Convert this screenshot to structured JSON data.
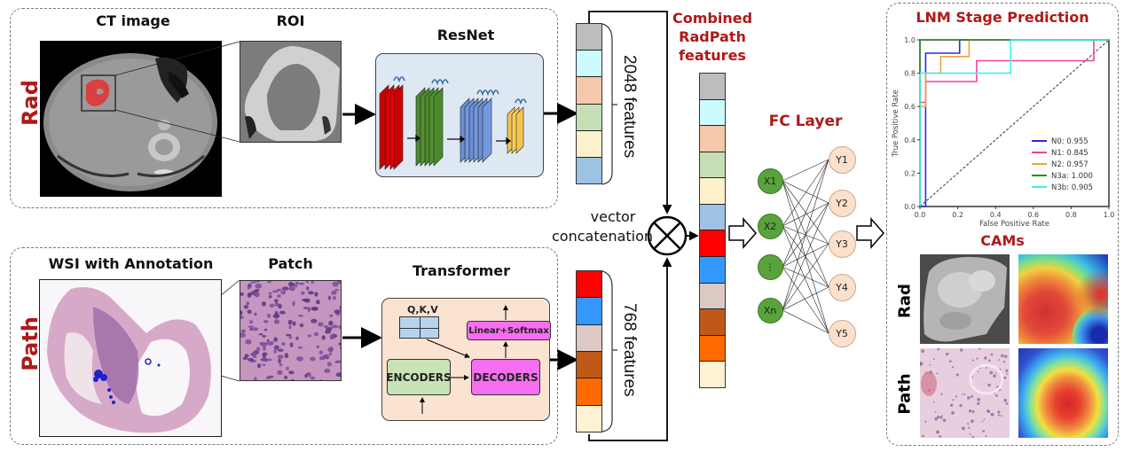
{
  "rad_section": {
    "side_label": "Rad",
    "ct_title": "CT image",
    "roi_title": "ROI",
    "resnet_title": "ResNet",
    "feature_count_label": "2048 features",
    "feature_colors": [
      "#bdbdbd",
      "#ccfbff",
      "#f6c8aa",
      "#c6deb6",
      "#fff0cc",
      "#9ec2e4"
    ]
  },
  "path_section": {
    "side_label": "Path",
    "wsi_title": "WSI with Annotation",
    "patch_title": "Patch",
    "transformer_title": "Transformer",
    "qkv_label": "Q,K,V",
    "linear_softmax_label": "Linear+Softmax",
    "encoders_label": "ENCODERS",
    "decoders_label": "DECODERS",
    "feature_count_label": "768 features",
    "feature_colors": [
      "#ff0000",
      "#3399ff",
      "#dcc9c3",
      "#c0581a",
      "#ff6a00",
      "#fff1d4"
    ]
  },
  "fusion": {
    "concat_label_line1": "vector",
    "concat_label_line2": "concatenation",
    "combined_title_line1": "Combined",
    "combined_title_line2": "RadPath",
    "combined_title_line3": "features",
    "combined_colors": [
      "#bdbdbd",
      "#ccfbff",
      "#f6c8aa",
      "#c6deb6",
      "#fff0cc",
      "#9ec2e4",
      "#ff0000",
      "#3399ff",
      "#dcc9c3",
      "#c0581a",
      "#ff6a00",
      "#fff1d4"
    ]
  },
  "fc_layer": {
    "title": "FC Layer",
    "inputs": [
      "X1",
      "X2",
      "⋮",
      "Xn"
    ],
    "outputs": [
      "Y1",
      "Y2",
      "Y3",
      "Y4",
      "Y5"
    ]
  },
  "results": {
    "title": "LNM Stage Prediction",
    "cams_title": "CAMs",
    "cams_row_labels": [
      "Rad",
      "Path"
    ]
  },
  "chart_data": {
    "type": "line",
    "title": "LNM Stage Prediction",
    "xlabel": "False Positive Rate",
    "ylabel": "True Positive Rate",
    "xlim": [
      0,
      1
    ],
    "ylim": [
      0,
      1
    ],
    "xticks": [
      "0.0",
      "0.2",
      "0.4",
      "0.6",
      "0.8",
      "1.0"
    ],
    "yticks": [
      "0.0",
      "0.2",
      "0.4",
      "0.6",
      "0.8",
      "1.0"
    ],
    "legend_position": "bottom-right",
    "series": [
      {
        "name": "N0: 0.955",
        "color": "#2a2ae0",
        "x": [
          0,
          0.03,
          0.03,
          0.21,
          0.21,
          1
        ],
        "y": [
          0,
          0,
          0.92,
          0.92,
          1,
          1
        ]
      },
      {
        "name": "N1: 0.845",
        "color": "#f0449c",
        "x": [
          0,
          0,
          0.03,
          0.03,
          0.3,
          0.3,
          0.92,
          0.92,
          1
        ],
        "y": [
          0,
          0.625,
          0.625,
          0.75,
          0.75,
          0.875,
          0.875,
          1,
          1
        ]
      },
      {
        "name": "N2: 0.957",
        "color": "#f7a035",
        "x": [
          0,
          0,
          0.03,
          0.03,
          0.11,
          0.11,
          0.26,
          0.26,
          1
        ],
        "y": [
          0,
          0.6,
          0.6,
          0.8,
          0.8,
          0.9,
          0.9,
          1,
          1
        ]
      },
      {
        "name": "N3a: 1.000",
        "color": "#2c8a2c",
        "x": [
          0,
          0,
          1
        ],
        "y": [
          0,
          1,
          1
        ]
      },
      {
        "name": "N3b: 0.905",
        "color": "#3ff0f0",
        "x": [
          0,
          0,
          0.48,
          0.48,
          1
        ],
        "y": [
          0,
          0.8,
          0.8,
          1,
          1
        ]
      }
    ],
    "diagonal": {
      "x": [
        0,
        1
      ],
      "y": [
        0,
        1
      ],
      "style": "dashed"
    }
  }
}
